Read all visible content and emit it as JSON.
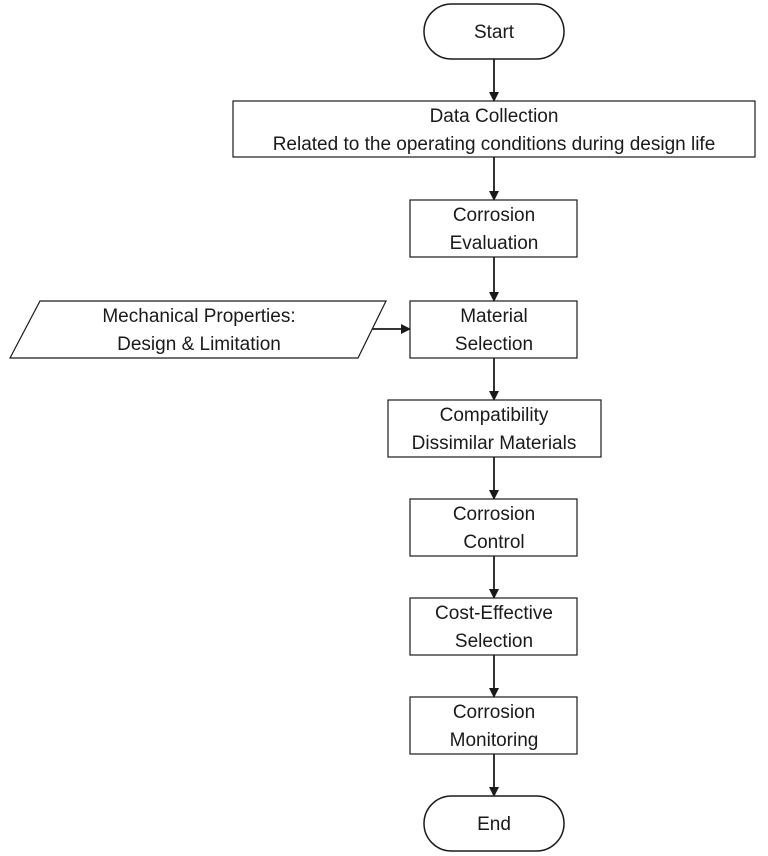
{
  "flowchart": {
    "start": "Start",
    "data_collection": [
      "Data Collection",
      "Related to the operating conditions during design life"
    ],
    "corrosion_evaluation": [
      "Corrosion",
      "Evaluation"
    ],
    "mechanical_properties": [
      "Mechanical Properties:",
      "Design & Limitation"
    ],
    "material_selection": [
      "Material",
      "Selection"
    ],
    "compatibility": [
      "Compatibility",
      "Dissimilar Materials"
    ],
    "corrosion_control": [
      "Corrosion",
      "Control"
    ],
    "cost_effective": [
      "Cost-Effective",
      "Selection"
    ],
    "corrosion_monitoring": [
      "Corrosion",
      "Monitoring"
    ],
    "end": "End"
  },
  "colors": {
    "stroke": "#1a1a1a",
    "fill": "#ffffff",
    "text": "#1a1a1a"
  }
}
